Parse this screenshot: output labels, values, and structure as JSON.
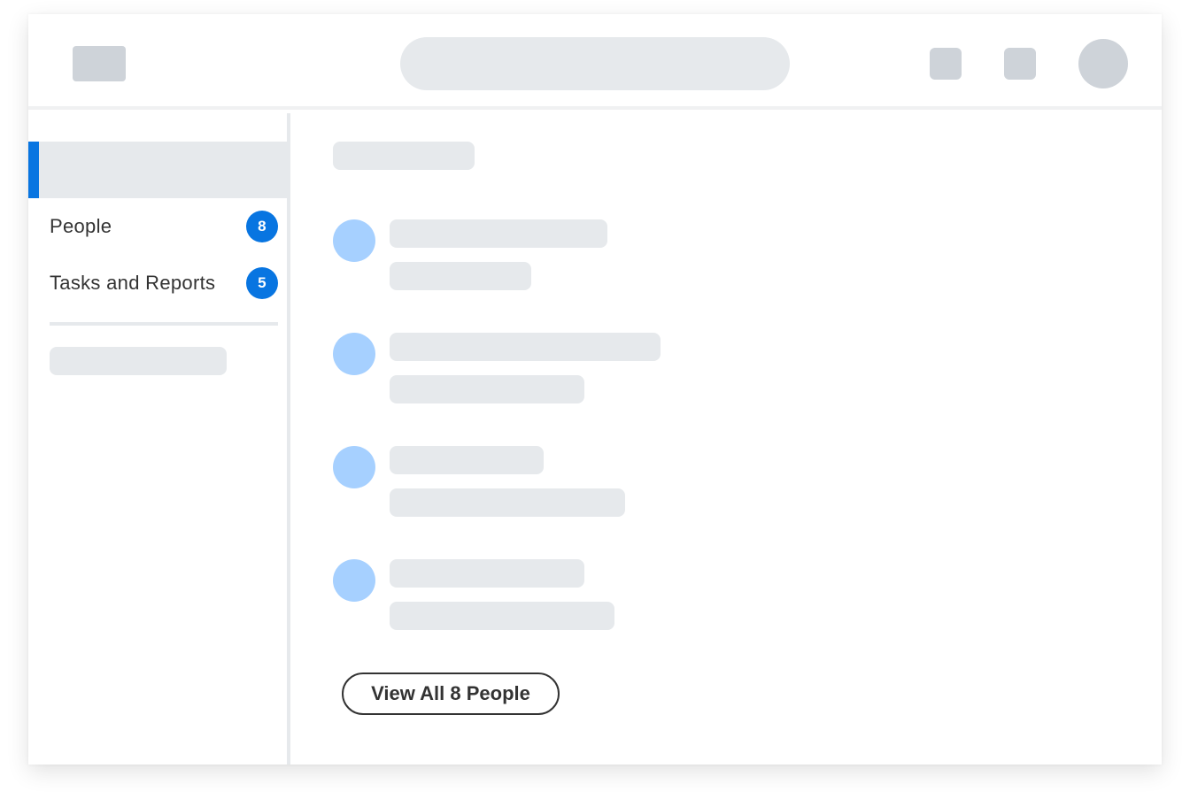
{
  "sidebar": {
    "items": [
      {
        "label": "People",
        "count": "8"
      },
      {
        "label": "Tasks and Reports",
        "count": "5"
      }
    ]
  },
  "main": {
    "view_all_label": "View All 8 People"
  },
  "colors": {
    "accent": "#0875e1",
    "skeleton": "#e6e9ec",
    "avatar": "#a6d0ff"
  }
}
